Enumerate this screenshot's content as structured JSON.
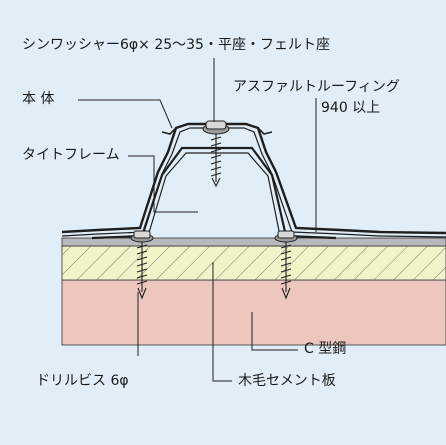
{
  "labels": {
    "washer": "シンワッシャー6φ× 25～35・平座・フェルト座",
    "body": "本 体",
    "asphalt_line1": "アスファルトルーフィング",
    "asphalt_line2": "940 以上",
    "tight_frame": "タイトフレーム",
    "c_steel": "C 型鋼",
    "drill_screw": "ドリルビス 6φ",
    "cement_board": "木毛セメント板"
  },
  "colors": {
    "background": "#e2eef7",
    "cement_board": "#f3f3c9",
    "c_steel": "#eec6c0",
    "roofing": "#b9b9bd",
    "line": "#1f1f1f"
  }
}
